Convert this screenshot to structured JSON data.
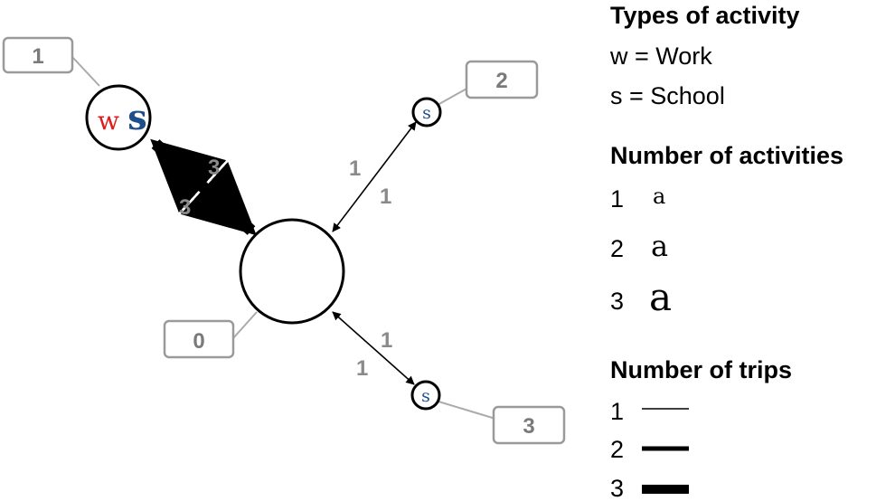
{
  "diagram": {
    "nodes": [
      {
        "id": "0",
        "label": "0",
        "activities": []
      },
      {
        "id": "1",
        "label": "1",
        "activities": [
          "w",
          "s"
        ]
      },
      {
        "id": "2",
        "label": "2",
        "activities": [
          "s"
        ]
      },
      {
        "id": "3",
        "label": "3",
        "activities": [
          "s"
        ]
      }
    ],
    "edges": [
      {
        "a": "0",
        "b": "1",
        "trips_out": "3",
        "trips_in": "3"
      },
      {
        "a": "0",
        "b": "2",
        "trips_out": "1",
        "trips_in": "1"
      },
      {
        "a": "0",
        "b": "3",
        "trips_out": "1",
        "trips_in": "1"
      }
    ]
  },
  "legend": {
    "types_title": "Types of activity",
    "types": [
      "w = Work",
      "s = School"
    ],
    "activities_title": "Number of activities",
    "activities": [
      {
        "count": "1",
        "glyph": "a"
      },
      {
        "count": "2",
        "glyph": "a"
      },
      {
        "count": "3",
        "glyph": "a"
      }
    ],
    "trips_title": "Number of trips",
    "trips": [
      {
        "count": "1"
      },
      {
        "count": "2"
      },
      {
        "count": "3"
      }
    ]
  },
  "colors": {
    "work": "#e01b1b",
    "school": "#1f4e8c",
    "label_gray": "#8a8a8a",
    "badge_border": "#9a9a9a"
  }
}
